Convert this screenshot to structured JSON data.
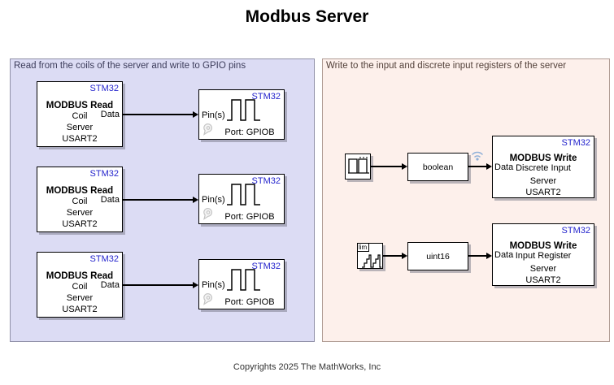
{
  "title": "Modbus Server",
  "footer": "Copyrights 2025 The MathWorks, Inc",
  "colors": {
    "stm32_blue": "#2525cd",
    "left_region_bg": "#dcdcf4",
    "left_region_border": "#9090a8",
    "left_region_label": "#3c3c5a",
    "right_region_bg": "#fdf0eb",
    "right_region_border": "#b09c94",
    "right_region_label": "#53413a",
    "wire": "#000000",
    "shadow": "rgba(120,120,135,0.5)",
    "wifi_icon": "#8fb0d8",
    "badge_icon": "#c4c4c4"
  },
  "left_region": {
    "label": "Read from the coils of the server and write to GPIO pins",
    "read_block": {
      "tag": "STM32",
      "title": "MODBUS Read",
      "sub": "Coil",
      "port_out": "Data",
      "line1": "Server",
      "line2": "USART2"
    },
    "gpio_block": {
      "tag": "STM32",
      "port_in": "Pin(s)",
      "caption": "Port: GPIOB"
    }
  },
  "right_region": {
    "label": "Write to the input and discrete input registers of the server",
    "rows": [
      {
        "source_icon": "pulse-wave-icon",
        "converter": "boolean",
        "write_block": {
          "tag": "STM32",
          "title": "MODBUS Write",
          "subtitle": "Discrete Input",
          "port_in": "Data",
          "line1": "Server",
          "line2": "USART2"
        }
      },
      {
        "source_icon": "staircase-counter-icon",
        "source_label": "lim",
        "converter": "uint16",
        "write_block": {
          "tag": "STM32",
          "title": "MODBUS Write",
          "subtitle": "Input Register",
          "port_in": "Data",
          "line1": "Server",
          "line2": "USART2"
        }
      }
    ]
  }
}
